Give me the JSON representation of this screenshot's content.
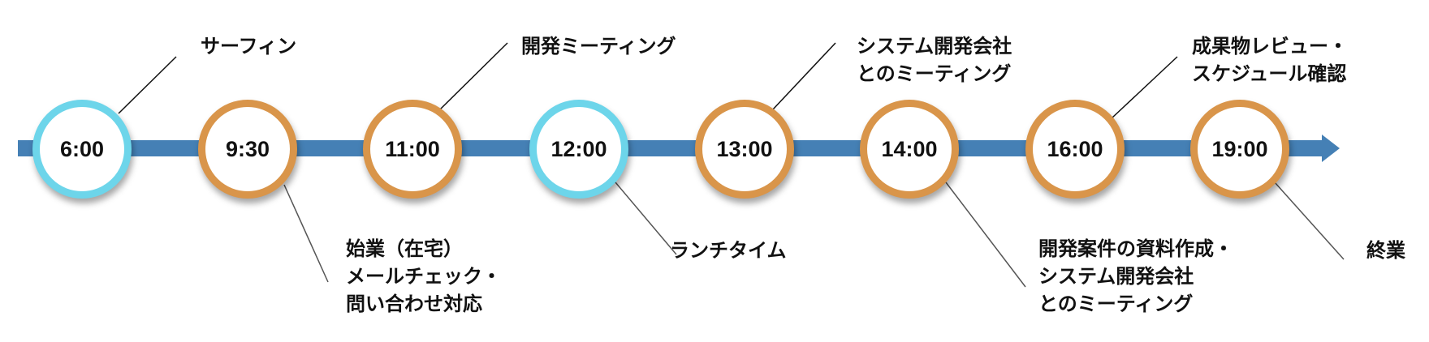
{
  "colors": {
    "bar": "#4580b5",
    "personal": "#6dd5ea",
    "work": "#d9954a"
  },
  "events": [
    {
      "time": "6:00",
      "label": [
        "サーフィン"
      ],
      "kind": "personal"
    },
    {
      "time": "9:30",
      "label": [
        "始業（在宅）",
        "メールチェック・",
        "問い合わせ対応"
      ],
      "kind": "work"
    },
    {
      "time": "11:00",
      "label": [
        "開発ミーティング"
      ],
      "kind": "work"
    },
    {
      "time": "12:00",
      "label": [
        "ランチタイム"
      ],
      "kind": "personal"
    },
    {
      "time": "13:00",
      "label": [
        "システム開発会社",
        "とのミーティング"
      ],
      "kind": "work"
    },
    {
      "time": "14:00",
      "label": [
        "開発案件の資料作成・",
        "システム開発会社",
        "とのミーティング"
      ],
      "kind": "work"
    },
    {
      "time": "16:00",
      "label": [
        "成果物レビュー・",
        "スケジュール確認"
      ],
      "kind": "work"
    },
    {
      "time": "19:00",
      "label": [
        "終業"
      ],
      "kind": "work"
    }
  ]
}
